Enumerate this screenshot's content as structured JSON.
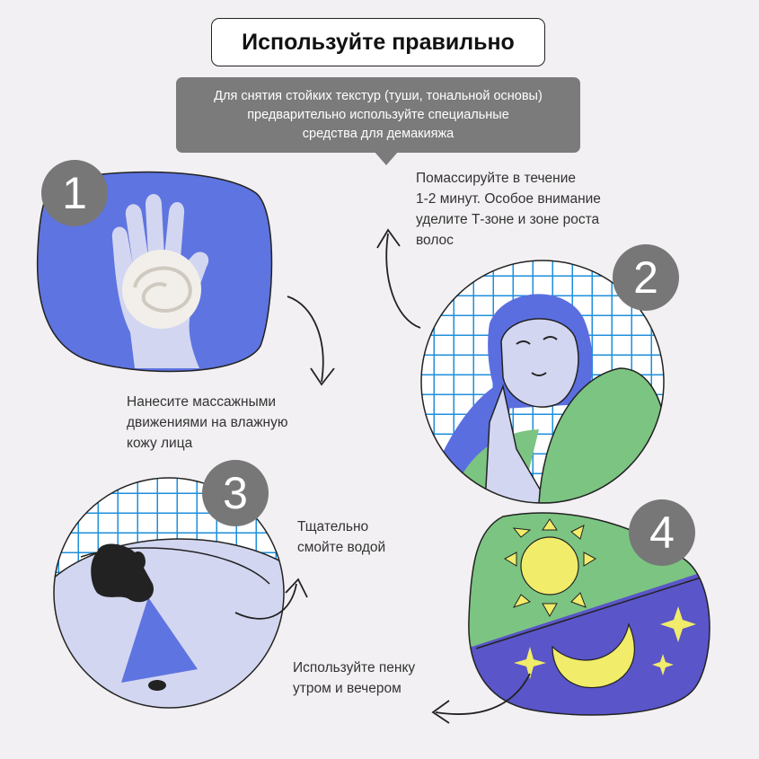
{
  "title": "Используйте правильно",
  "tip": {
    "line1": "Для снятия стойких текстур (туши, тональной основы)",
    "line2": "предварительно используйте специальные",
    "line3": "средства для демакияжа"
  },
  "steps": [
    {
      "number": "1",
      "lines": [
        "Нанесите массажными",
        "движениями на влажную",
        "кожу лица"
      ]
    },
    {
      "number": "2",
      "lines": [
        "Помассируйте в течение",
        "1-2 минут. Особое внимание",
        "уделите Т-зоне и зоне роста",
        "волос"
      ]
    },
    {
      "number": "3",
      "lines": [
        "Тщательно",
        "смойте водой"
      ]
    },
    {
      "number": "4",
      "lines": [
        "Используйте пенку",
        "утром и вечером"
      ]
    }
  ],
  "colors": {
    "background": "#f2f0f2",
    "badge": "#777777",
    "blue": "#5e74e0",
    "green": "#7cc482",
    "purple": "#5a55c8",
    "grid": "#1e8fdc",
    "yellow": "#f1ec6a"
  }
}
